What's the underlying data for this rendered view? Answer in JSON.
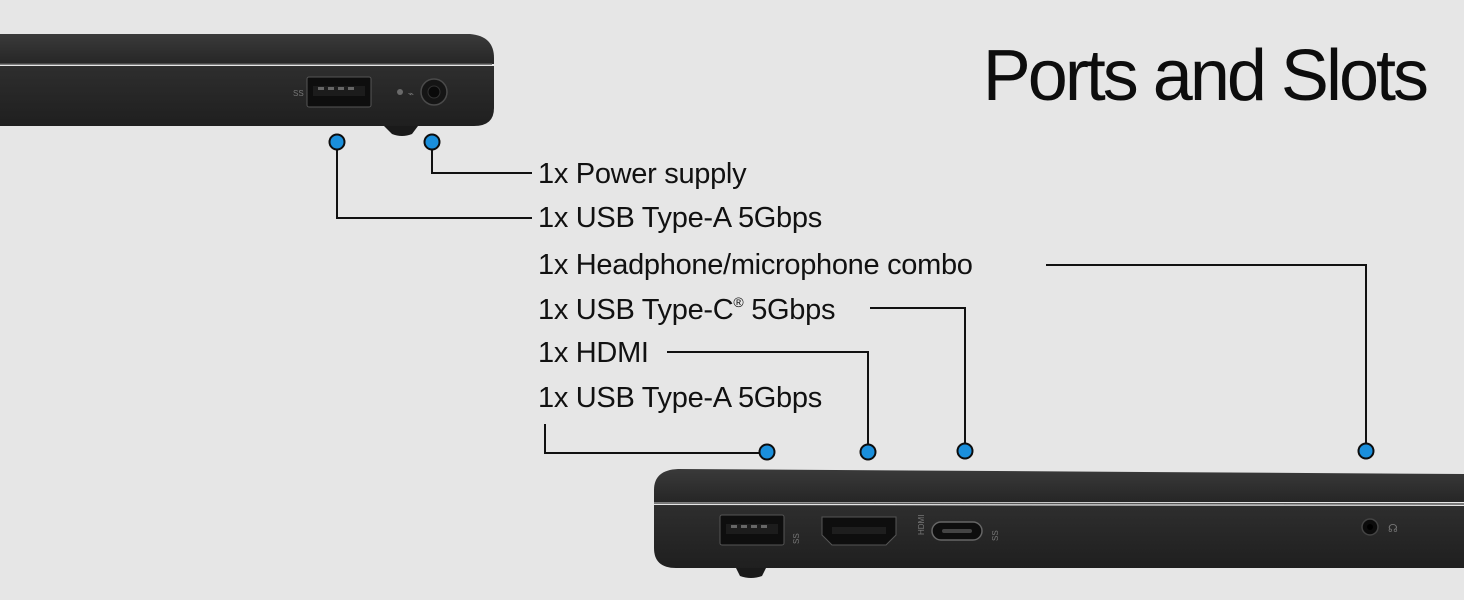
{
  "title": "Ports and Slots",
  "left_side_labels": [
    "1x Power supply",
    "1x USB Type-A 5Gbps"
  ],
  "right_side_labels": [
    "1x Headphone/microphone combo",
    "1x USB Type-C",
    "1x HDMI",
    "1x USB Type-A 5Gbps"
  ],
  "usbc_suffix": "5Gbps",
  "usbc_mark": "®",
  "port_markings": {
    "ss_usb": "SS",
    "hdmi": "HDMI"
  },
  "colors": {
    "background": "#e6e6e6",
    "laptop_body": "#2b2b2b",
    "callout_dot": "#1a8fdc",
    "callout_line": "#111111"
  }
}
